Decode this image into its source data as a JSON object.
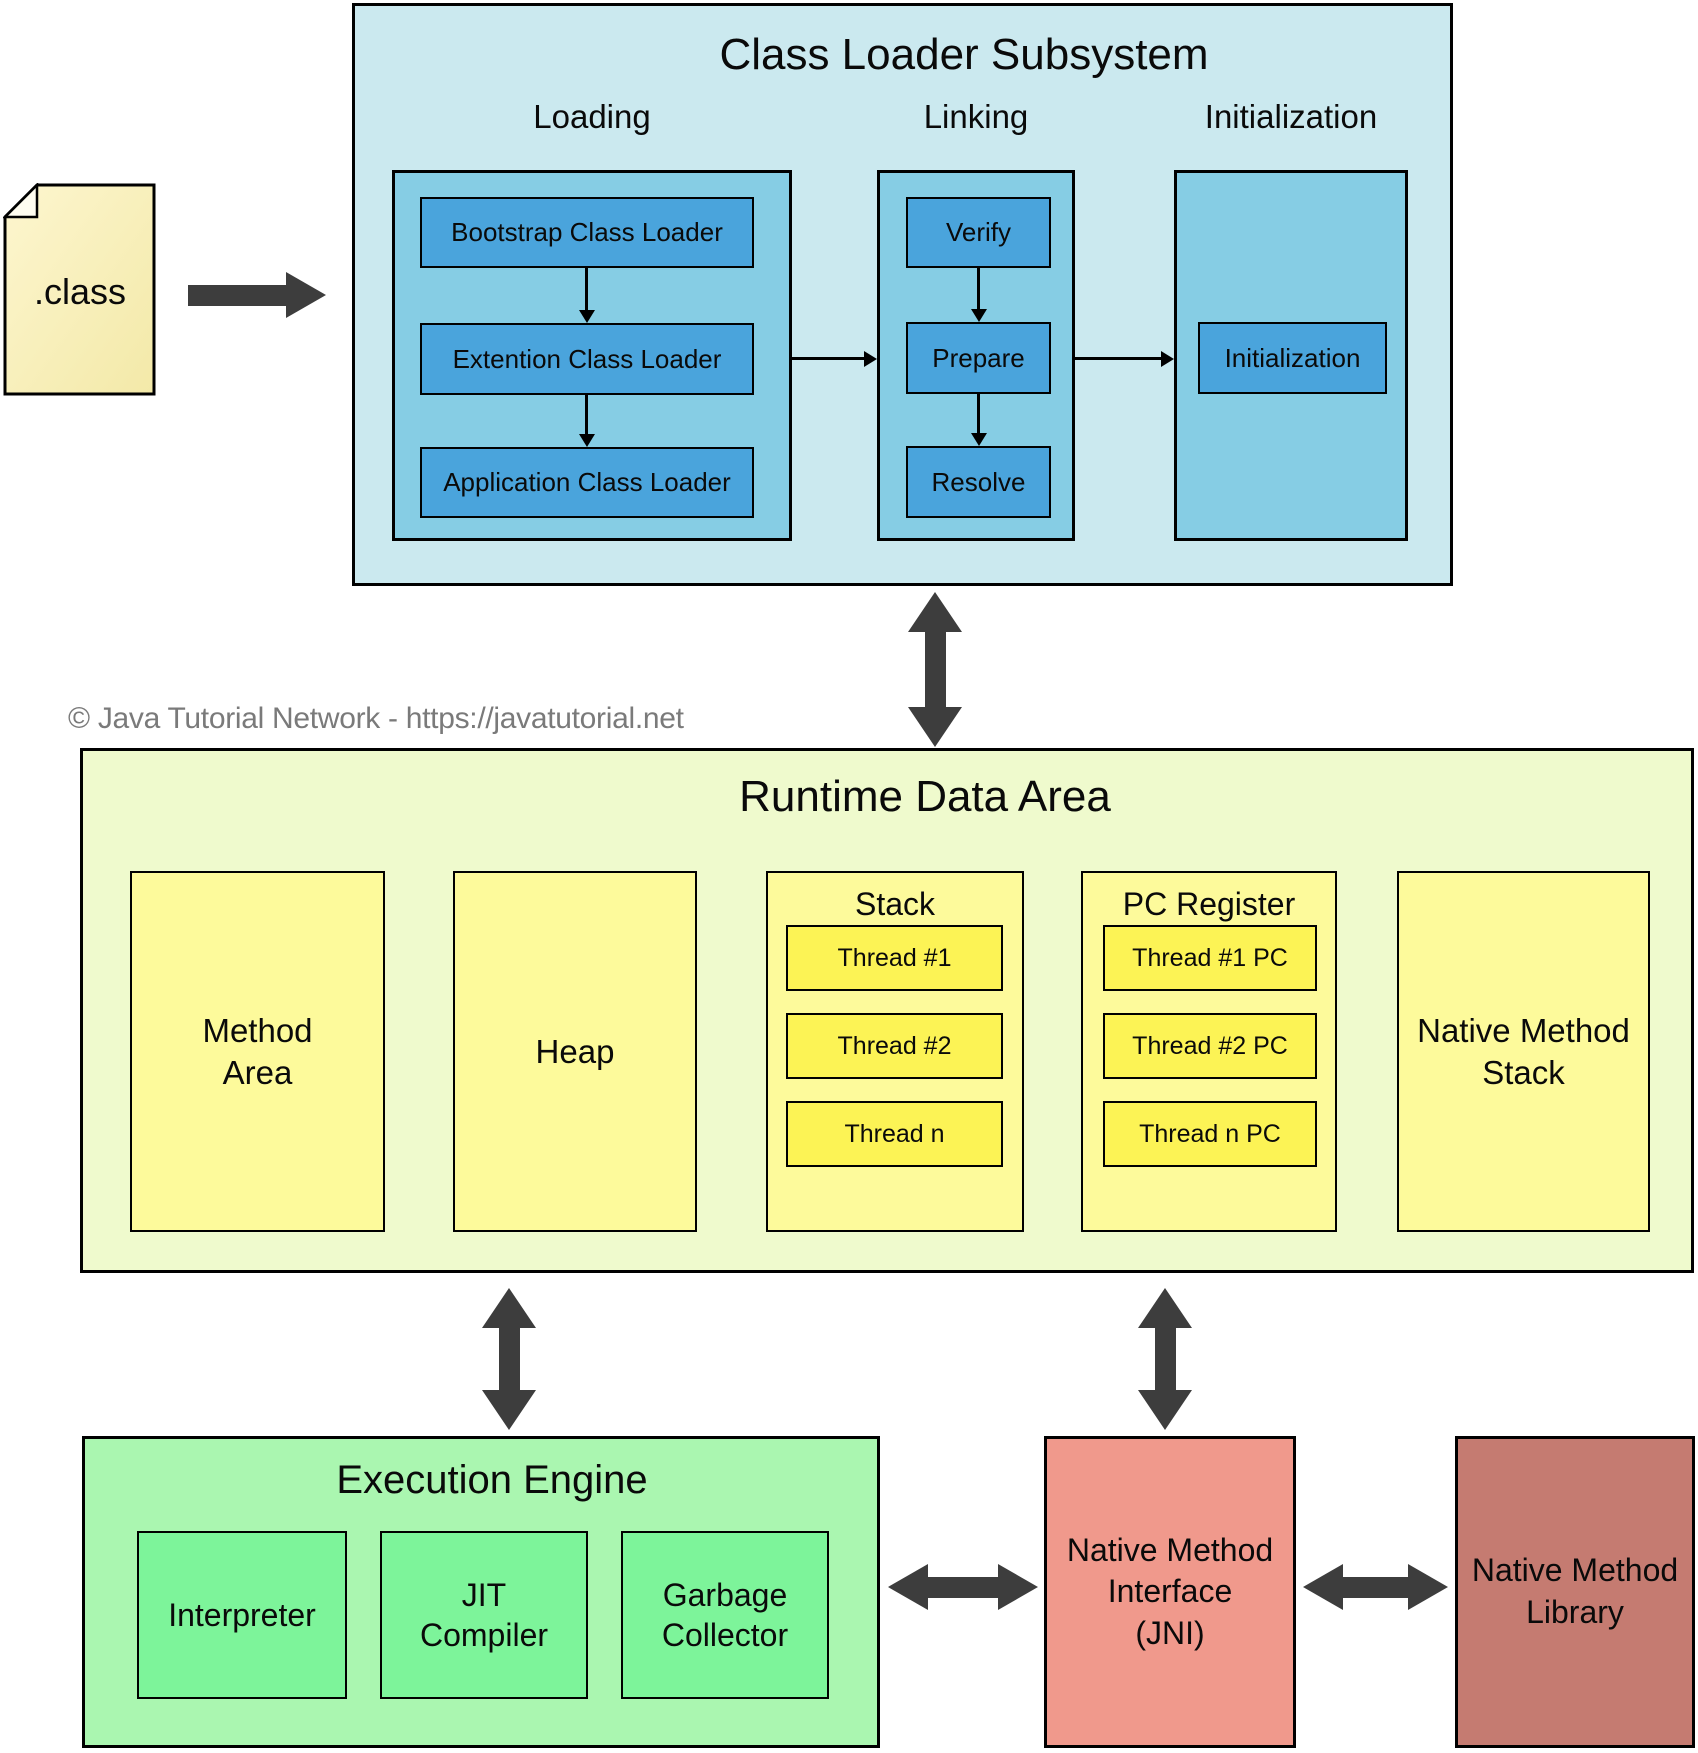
{
  "colors": {
    "class_loader_bg": "#cbe9ef",
    "column_bg": "#86cde4",
    "loader_box_bg": "#4aa4dc",
    "runtime_bg": "#effacd",
    "runtime_box_bg": "#fdfa9b",
    "thread_box_bg": "#fcf355",
    "engine_bg": "#aaf6b0",
    "engine_box_bg": "#7df49a",
    "jni_bg": "#f0998c",
    "native_lib_bg": "#c57b71",
    "arrow_color": "#3d3d3d",
    "copyright_color": "#7a7a7a"
  },
  "class_file": {
    "label": ".class"
  },
  "class_loader": {
    "title": "Class Loader Subsystem",
    "columns": [
      {
        "label": "Loading",
        "boxes": [
          "Bootstrap Class Loader",
          "Extention Class Loader",
          "Application Class Loader"
        ]
      },
      {
        "label": "Linking",
        "boxes": [
          "Verify",
          "Prepare",
          "Resolve"
        ]
      },
      {
        "label": "Initialization",
        "boxes": [
          "Initialization"
        ]
      }
    ]
  },
  "copyright": "© Java Tutorial Network - https://javatutorial.net",
  "runtime_data_area": {
    "title": "Runtime Data Area",
    "method_area": "Method\nArea",
    "heap": "Heap",
    "stack": {
      "title": "Stack",
      "threads": [
        "Thread #1",
        "Thread #2",
        "Thread n"
      ]
    },
    "pc_register": {
      "title": "PC Register",
      "threads": [
        "Thread #1 PC",
        "Thread #2 PC",
        "Thread n PC"
      ]
    },
    "native_method_stack": "Native Method\nStack"
  },
  "execution_engine": {
    "title": "Execution Engine",
    "boxes": [
      "Interpreter",
      "JIT\nCompiler",
      "Garbage\nCollector"
    ]
  },
  "native_method_interface": "Native Method\nInterface\n(JNI)",
  "native_method_library": "Native Method\nLibrary",
  "connectors": {
    "classfile_to_classloader": "arrow-right",
    "bootstrap_to_extention": "arrow-down",
    "extention_to_application": "arrow-down",
    "verify_to_prepare": "arrow-down",
    "prepare_to_resolve": "arrow-down",
    "loading_to_linking": "arrow-right",
    "linking_to_initialization": "arrow-right",
    "classloader_to_runtime": "arrow-vertical-double",
    "runtime_to_execution_engine": "arrow-vertical-double",
    "runtime_to_jni": "arrow-vertical-double",
    "execution_engine_to_jni": "arrow-horizontal-double",
    "jni_to_native_library": "arrow-horizontal-double"
  }
}
